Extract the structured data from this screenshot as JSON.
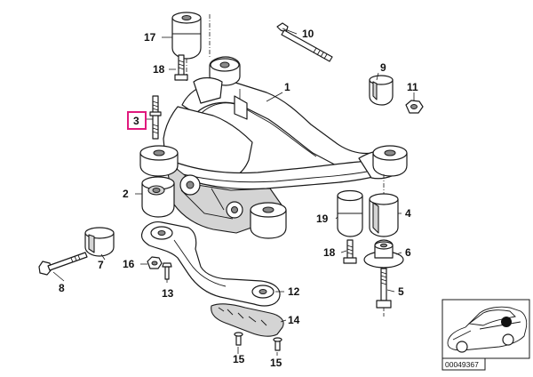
{
  "diagram": {
    "callouts": [
      {
        "id": "1",
        "label": "1"
      },
      {
        "id": "2",
        "label": "2"
      },
      {
        "id": "3",
        "label": "3",
        "highlighted": true
      },
      {
        "id": "4",
        "label": "4"
      },
      {
        "id": "5",
        "label": "5"
      },
      {
        "id": "6",
        "label": "6"
      },
      {
        "id": "7",
        "label": "7"
      },
      {
        "id": "8",
        "label": "8"
      },
      {
        "id": "9",
        "label": "9"
      },
      {
        "id": "10",
        "label": "10"
      },
      {
        "id": "11",
        "label": "11"
      },
      {
        "id": "12",
        "label": "12"
      },
      {
        "id": "13",
        "label": "13"
      },
      {
        "id": "14",
        "label": "14"
      },
      {
        "id": "15a",
        "label": "15"
      },
      {
        "id": "15b",
        "label": "15"
      },
      {
        "id": "16",
        "label": "16"
      },
      {
        "id": "17",
        "label": "17"
      },
      {
        "id": "18a",
        "label": "18"
      },
      {
        "id": "18b",
        "label": "18"
      },
      {
        "id": "19",
        "label": "19"
      }
    ],
    "inset": {
      "caption": "00049367"
    },
    "colors": {
      "highlight": "#e0197d",
      "line": "#1a1a1a",
      "background": "#ffffff"
    }
  }
}
